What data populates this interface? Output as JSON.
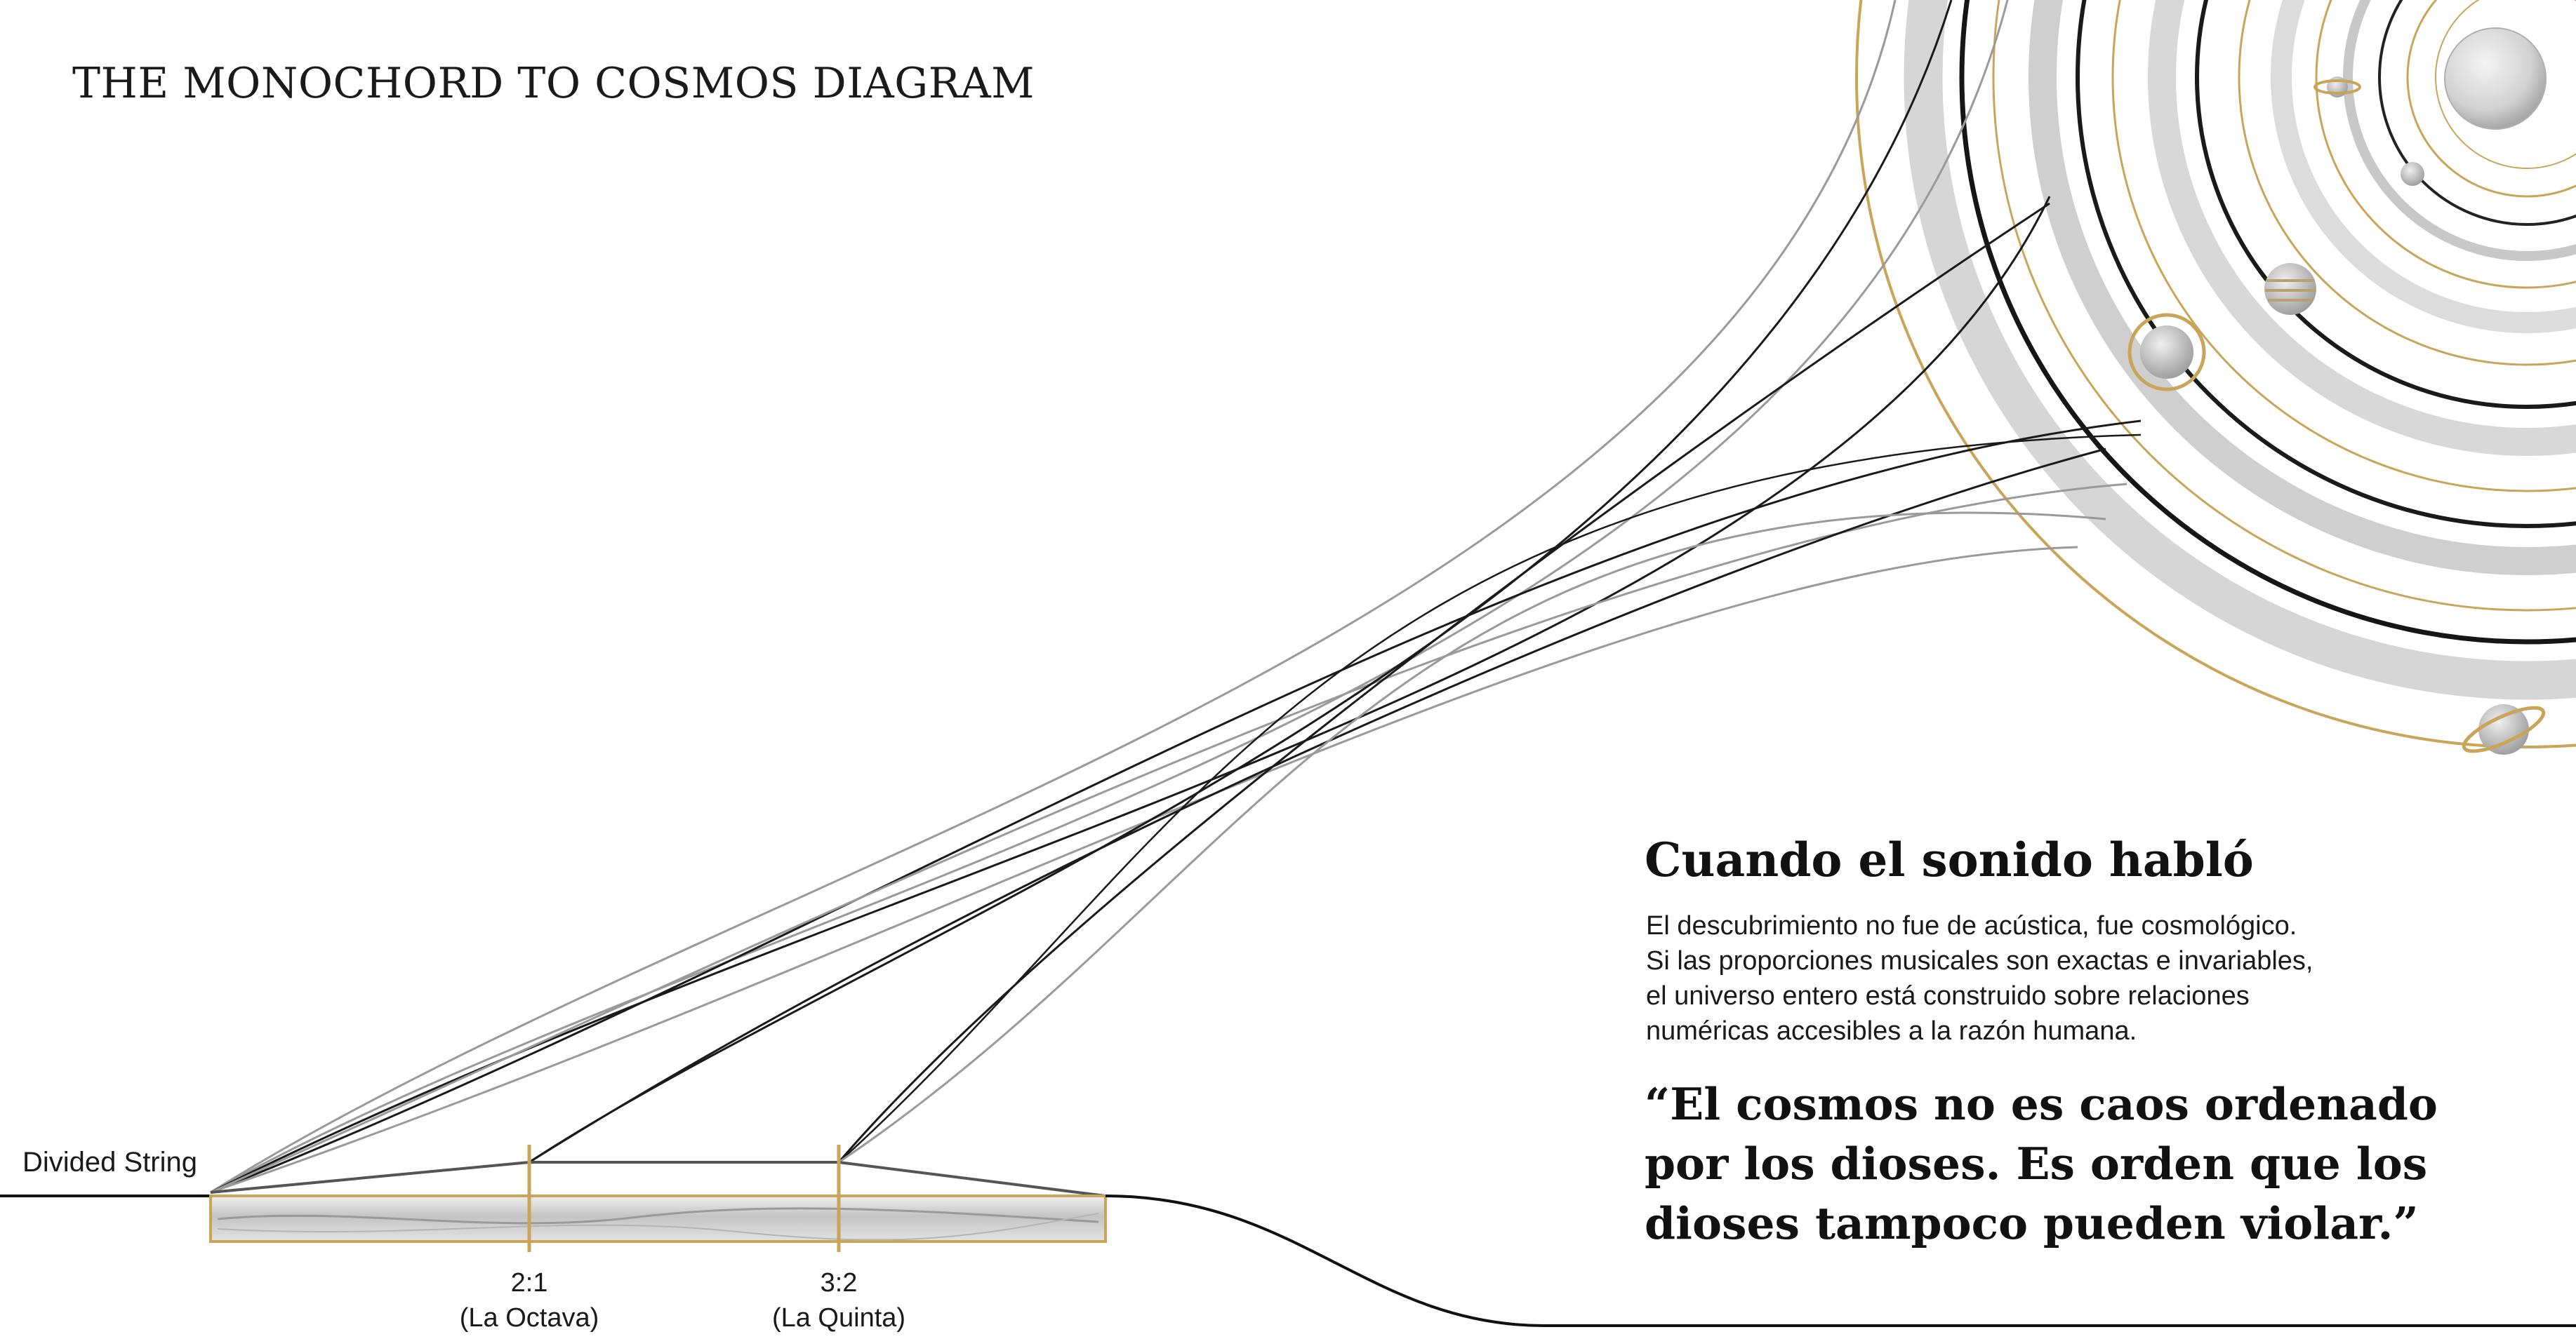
{
  "title": "THE MONOCHORD TO COSMOS DIAGRAM",
  "string_label": "Divided String",
  "ratios": [
    {
      "value": "2:1",
      "name": "(La Octava)"
    },
    {
      "value": "3:2",
      "name": "(La Quinta)"
    }
  ],
  "heading": "Cuando el sonido habló",
  "body_lines": [
    "El descubrimiento no fue de acústica, fue cosmológico.",
    "Si las proporciones musicales son exactas e invariables,",
    "el universo entero está construido sobre relaciones",
    "numéricas accesibles a la razón humana."
  ],
  "quote_lines": [
    "“El cosmos no es caos ordenado",
    "por los dioses. Es orden que los",
    "dioses tampoco pueden violar.”"
  ],
  "colors": {
    "gold": "#c9a55a",
    "ink": "#111111",
    "gray_line": "#9a9a9a",
    "band_gray": "#cfcfcf"
  },
  "icons": [
    "sun-icon",
    "planet-icon",
    "ringed-planet-icon"
  ]
}
